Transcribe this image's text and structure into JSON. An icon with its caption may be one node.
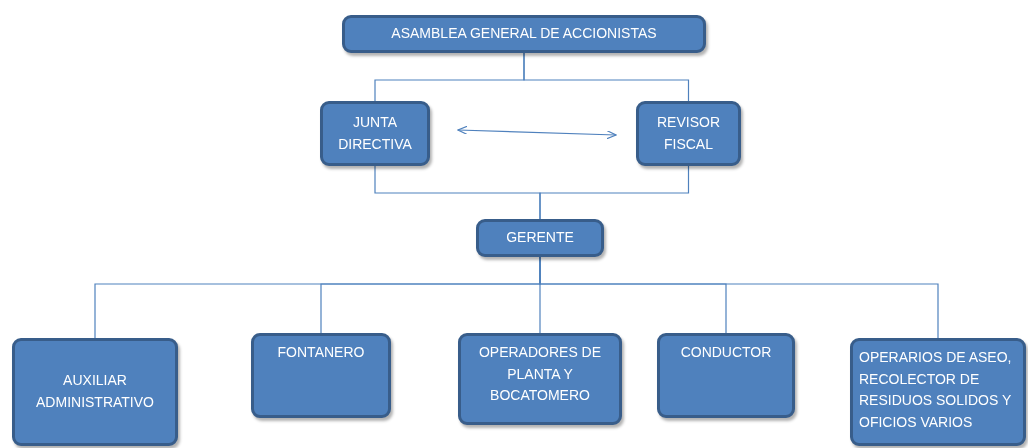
{
  "diagram": {
    "nodes": [
      {
        "text": [
          "ASAMBLEA GENERAL DE ACCIONISTAS"
        ]
      },
      {
        "text": [
          "JUNTA DIRECTIVA"
        ]
      },
      {
        "text": [
          "REVISOR FISCAL"
        ]
      },
      {
        "text": [
          "GERENTE"
        ]
      },
      {
        "text": [
          "AUXILIAR ADMINISTRATIVO"
        ]
      },
      {
        "text": [
          "FONTANERO"
        ]
      },
      {
        "text": [
          "OPERADORES DE PLANTA Y BOCATOMERO"
        ]
      },
      {
        "text": [
          "CONDUCTOR"
        ]
      },
      {
        "text": [
          "OPERARIOS DE ASEO, RECOLECTOR DE RESIDUOS SOLIDOS Y OFICIOS VARIOS"
        ]
      }
    ],
    "edges": [
      {
        "from": 0,
        "to": 1,
        "arrow": "none"
      },
      {
        "from": 0,
        "to": 2,
        "arrow": "none"
      },
      {
        "from": 1,
        "to": 2,
        "arrow": "both"
      },
      {
        "from": 1,
        "to": 3,
        "arrow": "none"
      },
      {
        "from": 2,
        "to": 3,
        "arrow": "none"
      },
      {
        "from": 3,
        "to": 4,
        "arrow": "none"
      },
      {
        "from": 3,
        "to": 5,
        "arrow": "none"
      },
      {
        "from": 3,
        "to": 6,
        "arrow": "none"
      },
      {
        "from": 3,
        "to": 7,
        "arrow": "none"
      },
      {
        "from": 3,
        "to": 8,
        "arrow": "none"
      }
    ]
  }
}
